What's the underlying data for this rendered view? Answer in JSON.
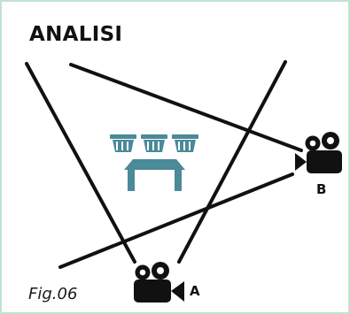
{
  "title": "ANALISI",
  "figure_label": "Fig.06",
  "cameras": [
    {
      "label": "A"
    },
    {
      "label": "B"
    }
  ],
  "colors": {
    "lines": "#111111",
    "furniture": "#4a8a99",
    "border": "#bfe3d0"
  },
  "icons": [
    "video-camera-icon",
    "basket-icon",
    "table-icon"
  ]
}
